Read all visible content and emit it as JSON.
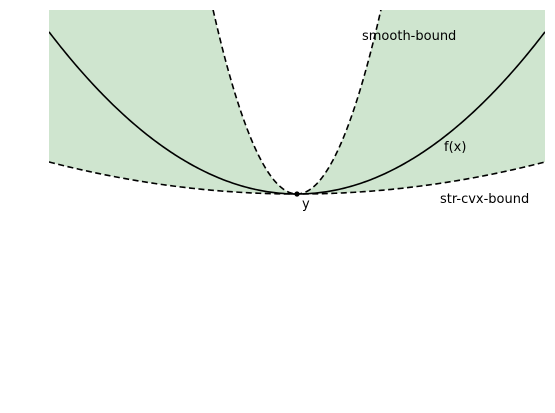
{
  "diagram": {
    "labels": {
      "smooth_bound": "smooth-bound",
      "function": "f(x)",
      "strong_convex_bound": "str-cvx-bound",
      "point": "y"
    },
    "colors": {
      "band_fill": "#cfe5cf",
      "curve": "#000000",
      "background": "#ffffff"
    },
    "curves": [
      {
        "id": "smooth-bound",
        "style": "dashed"
      },
      {
        "id": "f",
        "style": "solid"
      },
      {
        "id": "str-cvx-bound",
        "style": "dashed"
      }
    ],
    "shaded_region": "between smooth-bound and str-cvx-bound"
  }
}
